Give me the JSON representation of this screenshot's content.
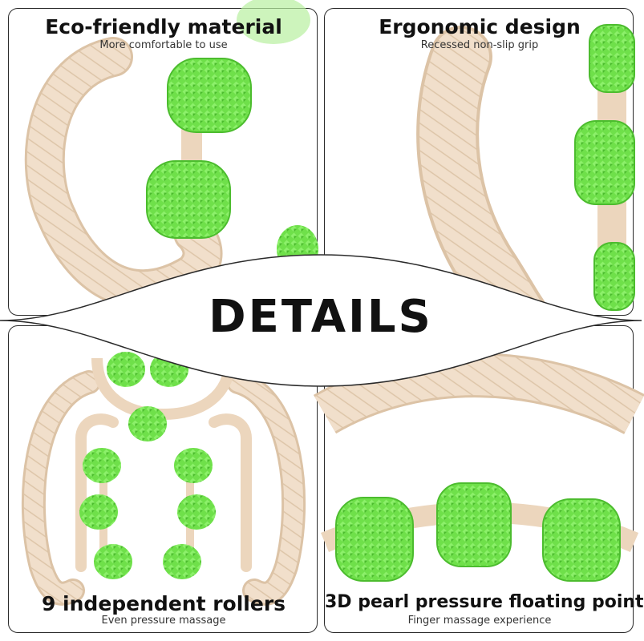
{
  "banner": {
    "title": "DETAILS"
  },
  "panels": [
    {
      "title": "Eco-friendly material",
      "subtitle": "More comfortable to use"
    },
    {
      "title": "Ergonomic design",
      "subtitle": "Recessed non-slip grip"
    },
    {
      "title": "9 independent rollers",
      "subtitle": "Even pressure massage"
    },
    {
      "title": "3D pearl pressure floating point",
      "subtitle": "Finger massage experience"
    }
  ],
  "colors": {
    "frame": "#f1dfcb",
    "frame_shade": "#dcc3a6",
    "roller": "#6fe04a",
    "roller_dark": "#48b82a",
    "outline": "#2a2a2a"
  },
  "icons": [
    "roller-icon"
  ]
}
